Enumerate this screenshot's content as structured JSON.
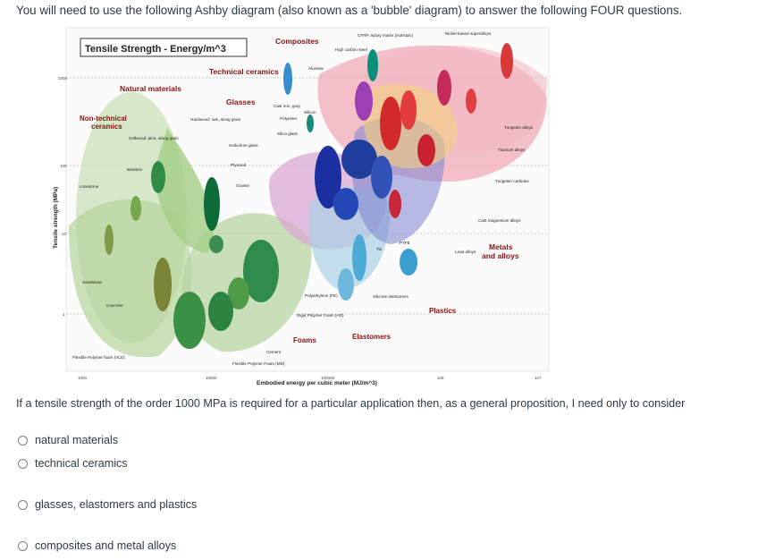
{
  "intro_text": "You will need to use the following Ashby diagram (also known as a 'bubble' diagram) to answer the following FOUR questions.",
  "question_text": "If a tensile strength of the order 1000 MPa is required for a particular application then, as a general proposition, I need only to consider",
  "options": [
    {
      "label": "natural materials"
    },
    {
      "label": "technical ceramics"
    },
    {
      "label": "glasses, elastomers and plastics"
    },
    {
      "label": "composites and metal alloys"
    }
  ],
  "diagram": {
    "title": "Tensile Strength - Energy/m^3",
    "ylabel": "Tensile strength (MPa)",
    "xlabel": "Embodied energy per cubic meter (MJ/m^3)",
    "y_ticks": [
      "1000",
      "100",
      "10",
      "1"
    ],
    "x_ticks": [
      "1000",
      "10000",
      "100000",
      "1e6",
      "1e7"
    ],
    "families": [
      {
        "label": "Natural materials",
        "color": "#9ccc7a"
      },
      {
        "label": "Non-technical ceramics",
        "color": "#a7c78f"
      },
      {
        "label": "Technical ceramics",
        "color": "#c9d7c0"
      },
      {
        "label": "Glasses",
        "color": "#d9dbe8"
      },
      {
        "label": "Composites",
        "color": "#efb6be"
      },
      {
        "label": "Metals and alloys",
        "color": "#e99aa8"
      },
      {
        "label": "Plastics",
        "color": "#e3b07a"
      },
      {
        "label": "Foams",
        "color": "#b9dcea"
      },
      {
        "label": "Elastomers",
        "color": "#c99ad6"
      }
    ],
    "material_labels": [
      "CFRP, epoxy matrix (isotropic)",
      "High carbon steel",
      "Nickel-based superalloys",
      "Alumina",
      "Cast iron, gray",
      "Silicon",
      "Polyester",
      "Silica glass",
      "Hardwood: oak, along grain",
      "Softwood: pine, along grain",
      "Soda-lime glass",
      "Plywood",
      "Granite",
      "Bamboo",
      "Limestone",
      "Sandstone",
      "Concrete",
      "Cement",
      "Flexible Polymer foam (VLD)",
      "Flexible Polymer Foam (MD)",
      "Polyethylene (PE)",
      "Rigid Polymer Foam (HD)",
      "Silicone elastomers",
      "PTFE",
      "Tin",
      "Lead alloys",
      "Cast magnesium alloys",
      "Tungsten alloys",
      "Titanium alloys",
      "Tungsten carbides"
    ]
  }
}
